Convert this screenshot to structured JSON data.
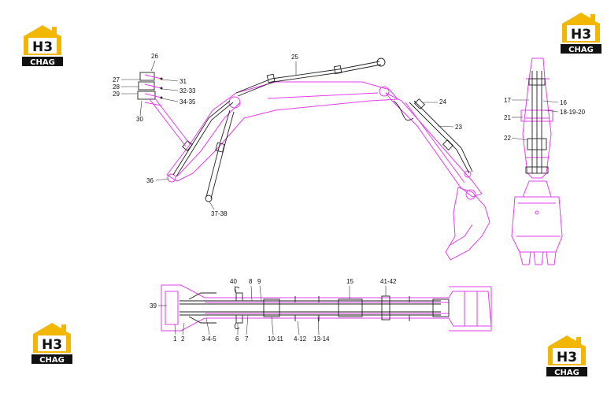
{
  "brand": {
    "mark": "H3",
    "word": "CHAG",
    "colors": {
      "gold": "#f2b705",
      "dark": "#111111",
      "pink": "#e040e8"
    }
  },
  "callouts": {
    "side_view": [
      "25",
      "26",
      "27",
      "28",
      "29",
      "30",
      "31",
      "32-33",
      "34-35",
      "36",
      "37-38",
      "24",
      "23"
    ],
    "front_view": [
      "17",
      "16",
      "21",
      "18-19-20",
      "22"
    ],
    "top_view": [
      "39",
      "40",
      "8",
      "9",
      "15",
      "41-42",
      "1",
      "2",
      "3-4-5",
      "6",
      "7",
      "10-11",
      "4-12",
      "13-14"
    ]
  }
}
